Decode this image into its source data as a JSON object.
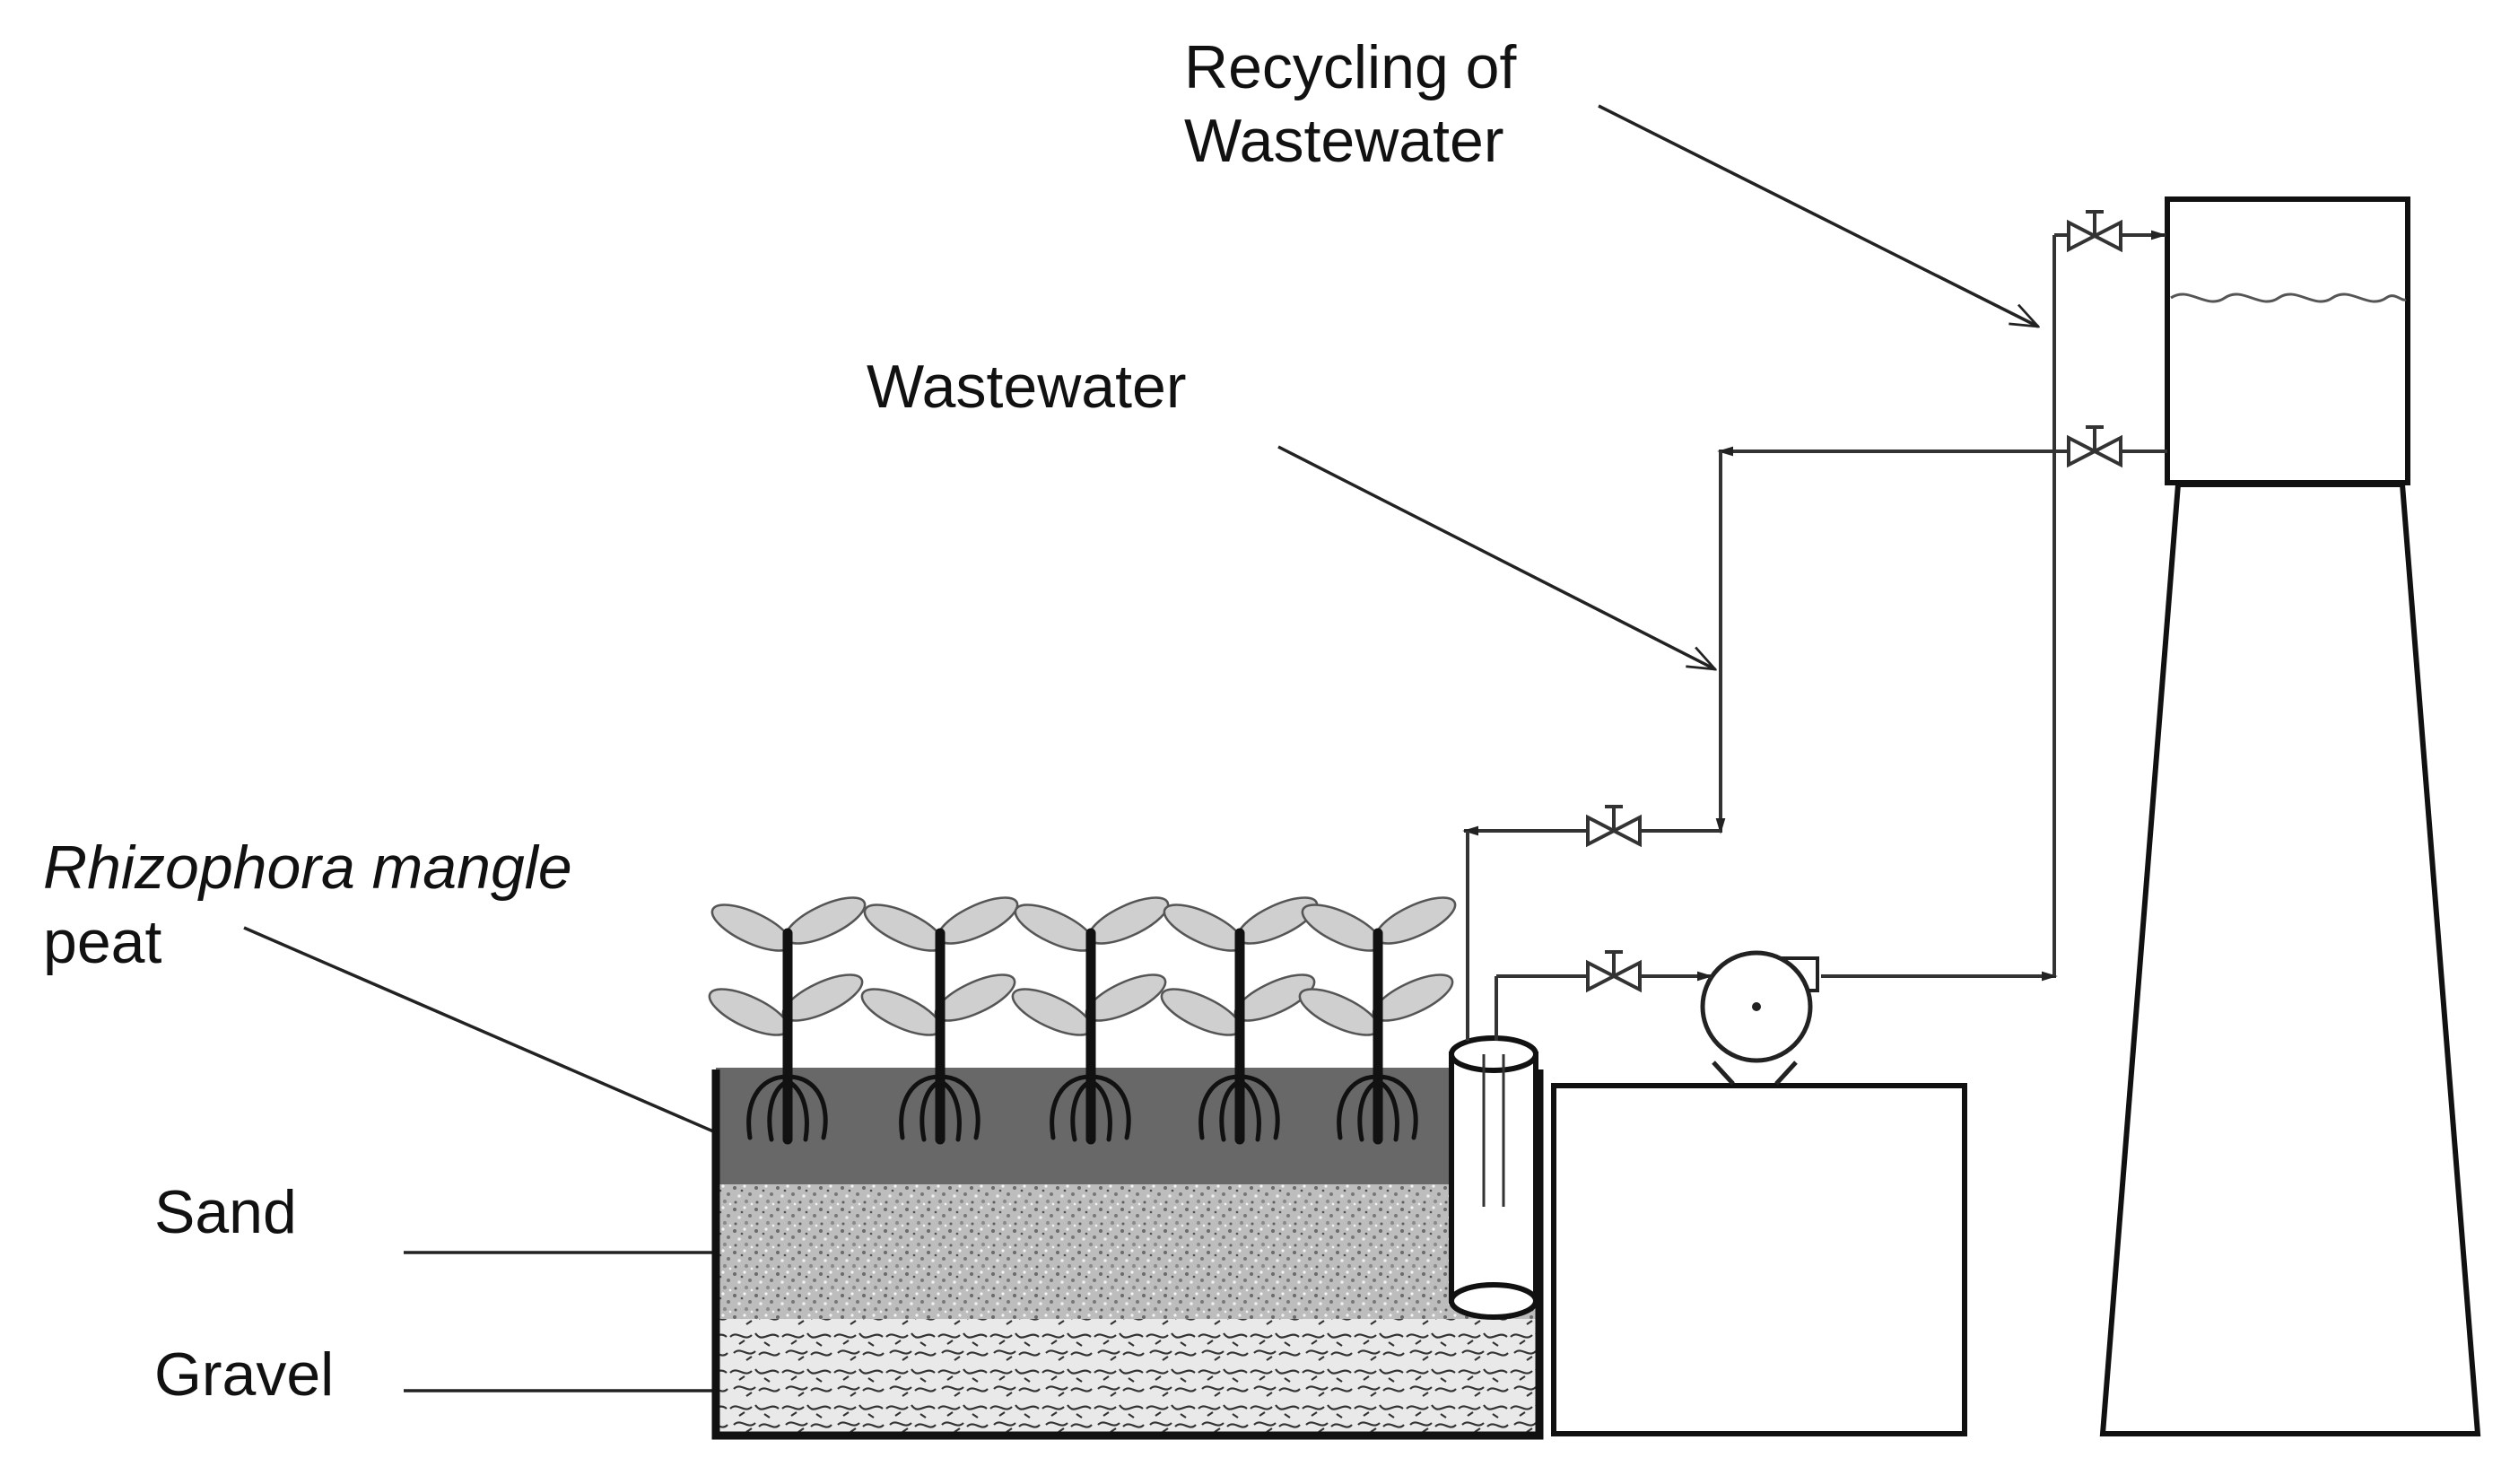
{
  "labels": {
    "recycling_line1": "Recycling of",
    "recycling_line2": "Wastewater",
    "wastewater": "Wastewater",
    "peat_line1": "Rhizophora mangle",
    "peat_line2": "peat",
    "sand": "Sand",
    "gravel": "Gravel"
  },
  "colors": {
    "peat_layer": "#686868",
    "sand_layer": "#bdbdbd",
    "gravel_layer": "#e6e6e6",
    "leaf": "#cfcfcf",
    "line": "#222222"
  }
}
